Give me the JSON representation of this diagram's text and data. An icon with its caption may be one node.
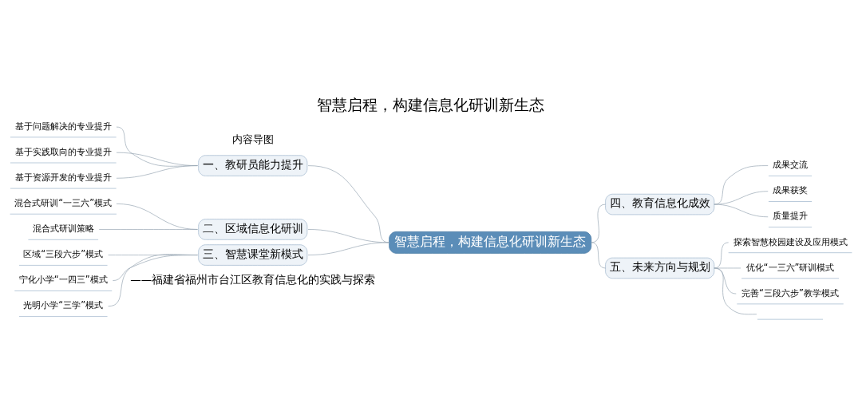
{
  "diagram": {
    "title": "智慧启程，构建信息化研训新生态",
    "nodes": [
      {
        "text": [
          "智慧启程，构建信息化研训新生态"
        ]
      },
      {
        "text": [
          "一、教研员能力提升"
        ]
      },
      {
        "text": [
          "基于问题解决的专业提升"
        ]
      },
      {
        "text": [
          "基于实践取向的专业提升"
        ]
      },
      {
        "text": [
          "基于资源开发的专业提升"
        ]
      },
      {
        "text": [
          "二、区域信息化研训"
        ]
      },
      {
        "text": [
          "混合式研训“一三六”模式"
        ]
      },
      {
        "text": [
          "混合式研训策略"
        ]
      },
      {
        "text": [
          "三、智慧课堂新模式"
        ]
      },
      {
        "text": [
          "区域“三段六步”模式"
        ]
      },
      {
        "text": [
          "宁化小学“一四三”模式"
        ]
      },
      {
        "text": [
          "光明小学“三学”模式"
        ]
      },
      {
        "text": [
          "四、教育信息化成效"
        ]
      },
      {
        "text": [
          "成果交流"
        ]
      },
      {
        "text": [
          "成果获奖"
        ]
      },
      {
        "text": [
          "质量提升"
        ]
      },
      {
        "text": [
          "五、未来方向与规划"
        ]
      },
      {
        "text": [
          "探索智慧校园建设及应用模式"
        ]
      },
      {
        "text": [
          "优化“一三六”研训模式"
        ]
      },
      {
        "text": [
          "完善“三段六步”教学模式"
        ]
      },
      {
        "text": [],
        "shape": "box"
      }
    ],
    "edges": [
      {
        "from": 0,
        "to": 1,
        "arrow": "none"
      },
      {
        "from": 1,
        "to": 2,
        "arrow": "none"
      },
      {
        "from": 1,
        "to": 3,
        "arrow": "none"
      },
      {
        "from": 1,
        "to": 4,
        "arrow": "none"
      },
      {
        "from": 0,
        "to": 5,
        "arrow": "none"
      },
      {
        "from": 5,
        "to": 6,
        "arrow": "none"
      },
      {
        "from": 5,
        "to": 7,
        "arrow": "none"
      },
      {
        "from": 0,
        "to": 8,
        "arrow": "none"
      },
      {
        "from": 8,
        "to": 9,
        "arrow": "none"
      },
      {
        "from": 8,
        "to": 10,
        "arrow": "none"
      },
      {
        "from": 8,
        "to": 11,
        "arrow": "none"
      },
      {
        "from": 0,
        "to": 12,
        "arrow": "none"
      },
      {
        "from": 12,
        "to": 13,
        "arrow": "none"
      },
      {
        "from": 12,
        "to": 14,
        "arrow": "none"
      },
      {
        "from": 12,
        "to": 15,
        "arrow": "none"
      },
      {
        "from": 0,
        "to": 16,
        "arrow": "none"
      },
      {
        "from": 16,
        "to": 17,
        "arrow": "none"
      },
      {
        "from": 16,
        "to": 18,
        "arrow": "none"
      },
      {
        "from": 16,
        "to": 19,
        "arrow": "none"
      },
      {
        "from": 16,
        "to": 20,
        "arrow": "none"
      }
    ],
    "labels": [
      "——福建省福州市台江区教育信息化的实践与探索",
      "内容导图"
    ]
  }
}
